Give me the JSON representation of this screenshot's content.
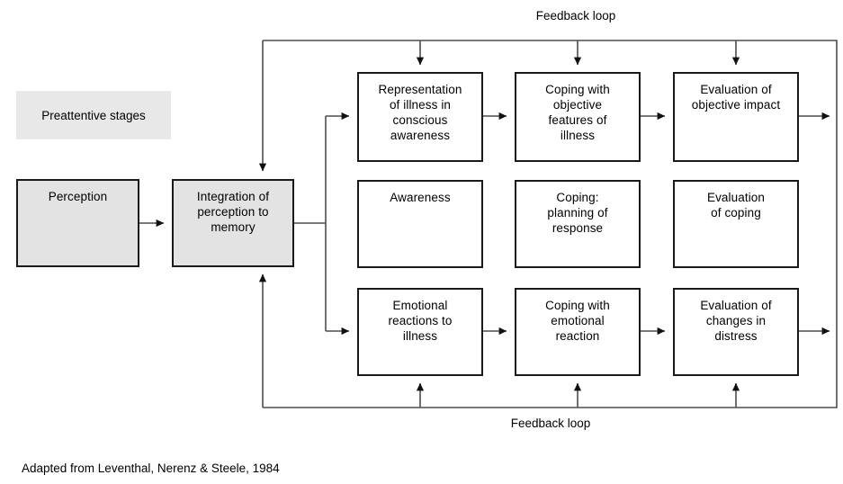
{
  "diagram": {
    "title_caption": "Adapted from Leventhal, Nerenz & Steele, 1984",
    "preattentive_label": "Preattentive stages",
    "feedback_top_label": "Feedback loop",
    "feedback_bottom_label": "Feedback loop",
    "colors": {
      "shaded_fill": "#e3e3e3",
      "label_fill": "#e8e8e8",
      "border": "#1a1a1a",
      "line": "#4d4d4d",
      "background": "#ffffff"
    },
    "nodes": {
      "perception": "Perception",
      "integration": "Integration of\nperception to\nmemory",
      "row1_col1": "Representation\nof illness in\nconscious\nawareness",
      "row1_col2": "Coping with\nobjective\nfeatures of\nillness",
      "row1_col3": "Evaluation of\nobjective impact",
      "row2_col1": "Awareness",
      "row2_col2": "Coping:\nplanning of\nresponse",
      "row2_col3": "Evaluation\nof coping",
      "row3_col1": "Emotional\nreactions to\nillness",
      "row3_col2": "Coping with\nemotional\nreaction",
      "row3_col3": "Evaluation of\nchanges in\ndistress"
    }
  }
}
